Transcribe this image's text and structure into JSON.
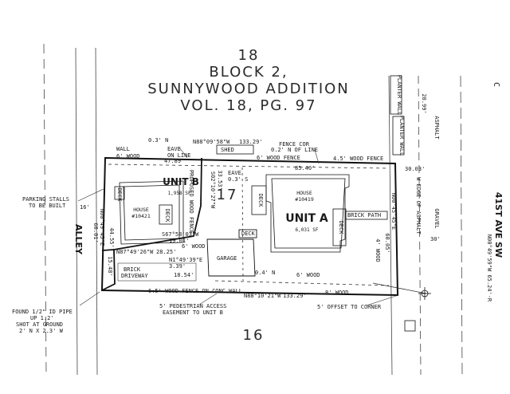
{
  "header": {
    "top_number": "18",
    "block": "BLOCK 2,",
    "addition": "SUNNYWOOD ADDITION",
    "volume": "VOL. 18, PG. 97"
  },
  "lot_number": "17",
  "bottom_number": "16",
  "unit_b": {
    "label": "UNIT B",
    "area": "1,958 SF",
    "house": "HOUSE",
    "house_number": "#10421"
  },
  "unit_a": {
    "label": "UNIT A",
    "area": "6,031 SF",
    "house": "HOUSE",
    "house_number": "#10419"
  },
  "labels": {
    "alley": "ALLEY",
    "avenue": "41ST AVE SW",
    "planter_wall": "PLANTER WALL",
    "planter_wall_2": "PLANTER WALL",
    "asphalt": "ASPHALT",
    "gravel": "GRAVEL",
    "edge_of_asphalt": "W EDGE OF ASPHALT",
    "wall": "WALL",
    "wall_wood": "6' WOOD",
    "eave_online": "EAVE",
    "eave_online_2": "ON LINE",
    "eave_2": "EAVE",
    "eave_2_dim": "0.3' S",
    "shed": "SHED",
    "fence_cor": "FENCE COR",
    "fence_cor_2": "0.2' N OF LINE",
    "wood_fence_top": "6' WOOD FENCE",
    "wood_fence_right": "4.5' WOOD FENCE",
    "proposed_fence": "PROPOSED WOOD FENCE",
    "wood_6": "6' WOOD",
    "deck_b": "DECK",
    "deck_b2": "DECK",
    "deck_a1": "DECK",
    "deck_a2": "DECK",
    "deck_a3": "DECK",
    "deck_wood": "4' WOOD",
    "brick_path": "BRICK PATH",
    "garage": "GARAGE",
    "brick_driveway": "BRICK",
    "brick_driveway_2": "DRIVEWAY",
    "wood_fence_bottom": "6' WOOD",
    "conc_wall": "6.5' WOOD FENCE ON CONC WALL",
    "wood_8": "8' WOOD",
    "parking_1": "PARKING STALLS",
    "parking_2": "TO BE BUILT",
    "pipe_1": "FOUND 1/2\" ID PIPE",
    "pipe_2": "UP 1.2'",
    "pipe_3": "SHOT AT GROUND",
    "pipe_4": "2' N X 2.3' W",
    "easement_1": "5' PEDESTRIAN ACCESS",
    "easement_2": "EASEMENT TO UNIT B",
    "offset": "5' OFFSET TO CORNER",
    "north_ref": "N00°49'59\"W  65.24'-R",
    "c": "C"
  },
  "dimensions": {
    "top_bearing": "N88°09'58\"W",
    "top_len": "133.29'",
    "bottom_bearing": "N88°10'21\"W",
    "bottom_len": "133.29'",
    "d_47": "47.89'",
    "d_0_3n": "0.3' N",
    "d_85": "85.40'",
    "d_30": "30.03'",
    "d_30b": "30'",
    "d_20": "20.99'",
    "d_16": "16'",
    "d_left": "N00°49'45\"E",
    "d_left_2": "60.01'",
    "d_right": "N00°45'45\"E",
    "d_right_2": "60.05'",
    "d_d1": "S67°58'03\"W",
    "d_d1b": "19.01'",
    "d_d2": "S02°10'27\"W",
    "d_d2b": "33.53'",
    "d_n87": "N87°49'26\"W",
    "d_n87b": "28.25'",
    "d_n1": "N1°49'39\"E",
    "d_n1b": "3.39'",
    "d_18": "18.54'",
    "d_15": "15.48'",
    "d_04": "0.4' N",
    "d_44": "44.55'"
  }
}
